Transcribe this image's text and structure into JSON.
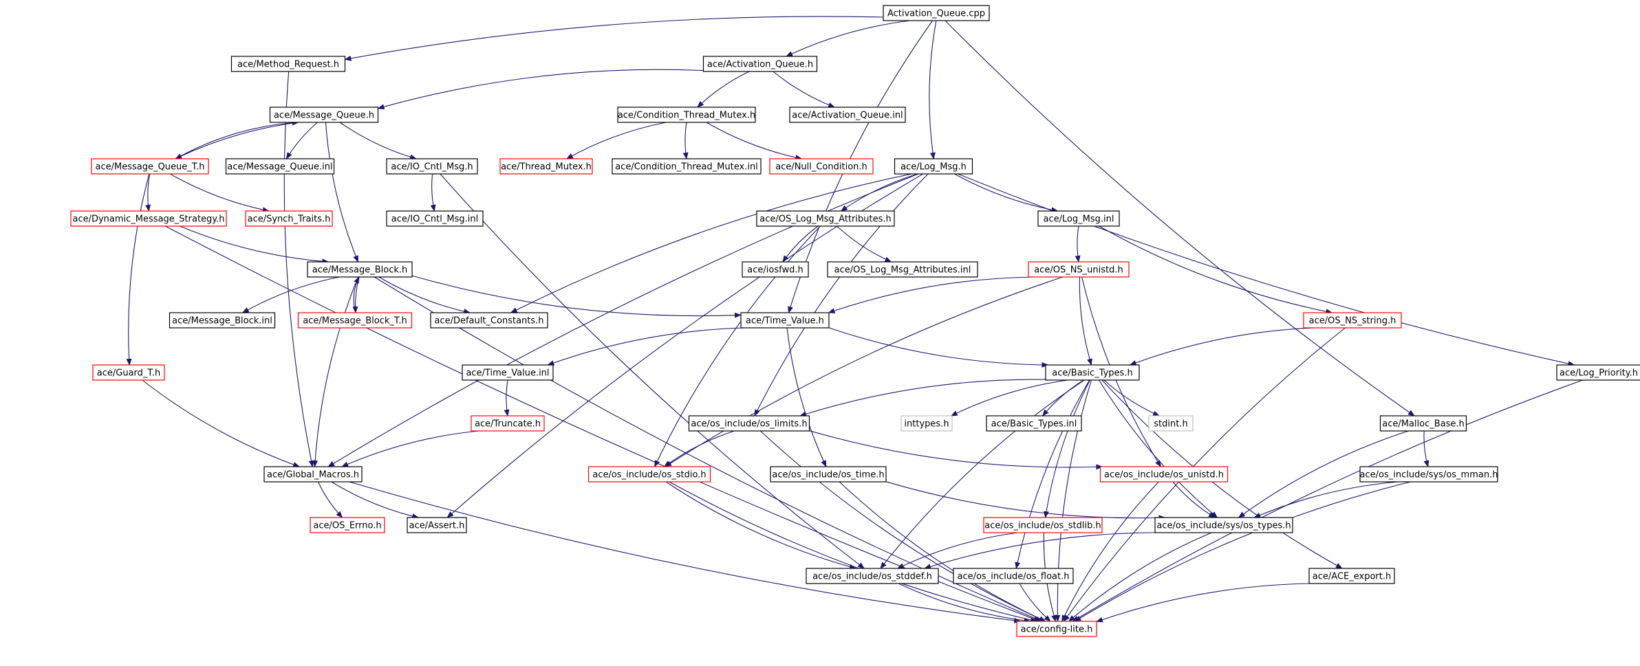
{
  "colors": {
    "edge": "#191970",
    "border_normal": "#000000",
    "border_missing": "#ff0000",
    "border_system": "#bfbfbf",
    "fill_root": "#bfbfbf",
    "fill_normal": "#ffffff"
  },
  "nodes": [
    {
      "id": "root",
      "label": "Activation_Queue.cpp",
      "kind": "root"
    },
    {
      "id": "method_request",
      "label": "ace/Method_Request.h",
      "kind": "normal"
    },
    {
      "id": "activation_queue_h",
      "label": "ace/Activation_Queue.h",
      "kind": "normal"
    },
    {
      "id": "message_queue_h",
      "label": "ace/Message_Queue.h",
      "kind": "normal"
    },
    {
      "id": "condition_thread_mutex_h",
      "label": "ace/Condition_Thread_Mutex.h",
      "kind": "normal"
    },
    {
      "id": "activation_queue_inl",
      "label": "ace/Activation_Queue.inl",
      "kind": "normal"
    },
    {
      "id": "message_queue_t_h",
      "label": "ace/Message_Queue_T.h",
      "kind": "missing"
    },
    {
      "id": "message_queue_inl",
      "label": "ace/Message_Queue.inl",
      "kind": "normal"
    },
    {
      "id": "io_cntl_msg_h",
      "label": "ace/IO_Cntl_Msg.h",
      "kind": "normal"
    },
    {
      "id": "thread_mutex_h",
      "label": "ace/Thread_Mutex.h",
      "kind": "missing"
    },
    {
      "id": "condition_thread_mutex_inl",
      "label": "ace/Condition_Thread_Mutex.inl",
      "kind": "normal"
    },
    {
      "id": "null_condition_h",
      "label": "ace/Null_Condition.h",
      "kind": "missing"
    },
    {
      "id": "log_msg_h",
      "label": "ace/Log_Msg.h",
      "kind": "normal"
    },
    {
      "id": "dynamic_message_strategy_h",
      "label": "ace/Dynamic_Message_Strategy.h",
      "kind": "missing"
    },
    {
      "id": "synch_traits_h",
      "label": "ace/Synch_Traits.h",
      "kind": "missing"
    },
    {
      "id": "io_cntl_msg_inl",
      "label": "ace/IO_Cntl_Msg.inl",
      "kind": "normal"
    },
    {
      "id": "os_log_msg_attributes_h",
      "label": "ace/OS_Log_Msg_Attributes.h",
      "kind": "normal"
    },
    {
      "id": "log_msg_inl",
      "label": "ace/Log_Msg.inl",
      "kind": "normal"
    },
    {
      "id": "message_block_h",
      "label": "ace/Message_Block.h",
      "kind": "normal"
    },
    {
      "id": "iosfwd_h",
      "label": "ace/iosfwd.h",
      "kind": "normal"
    },
    {
      "id": "os_log_msg_attributes_inl",
      "label": "ace/OS_Log_Msg_Attributes.inl",
      "kind": "normal"
    },
    {
      "id": "os_ns_unistd_h",
      "label": "ace/OS_NS_unistd.h",
      "kind": "missing"
    },
    {
      "id": "message_block_inl",
      "label": "ace/Message_Block.inl",
      "kind": "normal"
    },
    {
      "id": "message_block_t_h",
      "label": "ace/Message_Block_T.h",
      "kind": "missing"
    },
    {
      "id": "default_constants_h",
      "label": "ace/Default_Constants.h",
      "kind": "normal"
    },
    {
      "id": "time_value_h",
      "label": "ace/Time_Value.h",
      "kind": "normal"
    },
    {
      "id": "os_ns_string_h",
      "label": "ace/OS_NS_string.h",
      "kind": "missing"
    },
    {
      "id": "guard_t_h",
      "label": "ace/Guard_T.h",
      "kind": "missing"
    },
    {
      "id": "time_value_inl",
      "label": "ace/Time_Value.inl",
      "kind": "normal"
    },
    {
      "id": "basic_types_h",
      "label": "ace/Basic_Types.h",
      "kind": "normal"
    },
    {
      "id": "log_priority_h",
      "label": "ace/Log_Priority.h",
      "kind": "normal"
    },
    {
      "id": "truncate_h",
      "label": "ace/Truncate.h",
      "kind": "missing"
    },
    {
      "id": "os_limits_h",
      "label": "ace/os_include/os_limits.h",
      "kind": "normal"
    },
    {
      "id": "inttypes_h",
      "label": "inttypes.h",
      "kind": "system"
    },
    {
      "id": "basic_types_inl",
      "label": "ace/Basic_Types.inl",
      "kind": "normal"
    },
    {
      "id": "stdint_h",
      "label": "stdint.h",
      "kind": "system"
    },
    {
      "id": "malloc_base_h",
      "label": "ace/Malloc_Base.h",
      "kind": "normal"
    },
    {
      "id": "global_macros_h",
      "label": "ace/Global_Macros.h",
      "kind": "normal"
    },
    {
      "id": "os_stdio_h",
      "label": "ace/os_include/os_stdio.h",
      "kind": "missing"
    },
    {
      "id": "os_time_h",
      "label": "ace/os_include/os_time.h",
      "kind": "normal"
    },
    {
      "id": "os_unistd_h",
      "label": "ace/os_include/os_unistd.h",
      "kind": "missing"
    },
    {
      "id": "os_mman_h",
      "label": "ace/os_include/sys/os_mman.h",
      "kind": "normal"
    },
    {
      "id": "os_errno_h",
      "label": "ace/OS_Errno.h",
      "kind": "missing"
    },
    {
      "id": "assert_h",
      "label": "ace/Assert.h",
      "kind": "normal"
    },
    {
      "id": "os_stdlib_h",
      "label": "ace/os_include/os_stdlib.h",
      "kind": "missing"
    },
    {
      "id": "os_types_h",
      "label": "ace/os_include/sys/os_types.h",
      "kind": "normal"
    },
    {
      "id": "os_stddef_h",
      "label": "ace/os_include/os_stddef.h",
      "kind": "normal"
    },
    {
      "id": "os_float_h",
      "label": "ace/os_include/os_float.h",
      "kind": "normal"
    },
    {
      "id": "ace_export_h",
      "label": "ace/ACE_export.h",
      "kind": "normal"
    },
    {
      "id": "config_lite_h",
      "label": "ace/config-lite.h",
      "kind": "missing"
    }
  ],
  "edges": [
    [
      "root",
      "method_request"
    ],
    [
      "root",
      "activation_queue_h"
    ],
    [
      "root",
      "log_msg_h"
    ],
    [
      "root",
      "time_value_h"
    ],
    [
      "root",
      "malloc_base_h"
    ],
    [
      "method_request",
      "global_macros_h"
    ],
    [
      "activation_queue_h",
      "message_queue_h"
    ],
    [
      "activation_queue_h",
      "condition_thread_mutex_h"
    ],
    [
      "activation_queue_h",
      "activation_queue_inl"
    ],
    [
      "message_queue_h",
      "message_queue_t_h"
    ],
    [
      "message_queue_t_h",
      "message_queue_h"
    ],
    [
      "message_queue_h",
      "message_queue_inl"
    ],
    [
      "message_queue_h",
      "io_cntl_msg_h"
    ],
    [
      "message_queue_h",
      "message_block_h"
    ],
    [
      "condition_thread_mutex_h",
      "thread_mutex_h"
    ],
    [
      "condition_thread_mutex_h",
      "condition_thread_mutex_inl"
    ],
    [
      "condition_thread_mutex_h",
      "null_condition_h"
    ],
    [
      "message_queue_t_h",
      "dynamic_message_strategy_h"
    ],
    [
      "message_queue_t_h",
      "synch_traits_h"
    ],
    [
      "message_queue_t_h",
      "guard_t_h"
    ],
    [
      "io_cntl_msg_h",
      "io_cntl_msg_inl"
    ],
    [
      "io_cntl_msg_h",
      "os_stddef_h"
    ],
    [
      "log_msg_h",
      "os_log_msg_attributes_h"
    ],
    [
      "log_msg_h",
      "log_msg_inl"
    ],
    [
      "log_msg_h",
      "default_constants_h"
    ],
    [
      "log_msg_h",
      "global_macros_h"
    ],
    [
      "log_msg_h",
      "assert_h"
    ],
    [
      "log_msg_h",
      "os_limits_h"
    ],
    [
      "log_msg_h",
      "log_priority_h"
    ],
    [
      "dynamic_message_strategy_h",
      "message_block_h"
    ],
    [
      "dynamic_message_strategy_h",
      "config_lite_h"
    ],
    [
      "os_log_msg_attributes_h",
      "iosfwd_h"
    ],
    [
      "os_log_msg_attributes_h",
      "os_log_msg_attributes_inl"
    ],
    [
      "os_log_msg_attributes_h",
      "os_stdio_h"
    ],
    [
      "log_msg_inl",
      "os_ns_unistd_h"
    ],
    [
      "log_msg_inl",
      "os_ns_string_h"
    ],
    [
      "message_block_h",
      "message_block_inl"
    ],
    [
      "message_block_h",
      "message_block_t_h"
    ],
    [
      "message_block_t_h",
      "message_block_h"
    ],
    [
      "message_block_h",
      "default_constants_h"
    ],
    [
      "message_block_h",
      "time_value_h"
    ],
    [
      "message_block_h",
      "global_macros_h"
    ],
    [
      "message_block_h",
      "config_lite_h"
    ],
    [
      "os_ns_unistd_h",
      "time_value_h"
    ],
    [
      "os_ns_unistd_h",
      "basic_types_h"
    ],
    [
      "os_ns_unistd_h",
      "os_stdio_h"
    ],
    [
      "os_ns_unistd_h",
      "os_unistd_h"
    ],
    [
      "time_value_h",
      "time_value_inl"
    ],
    [
      "time_value_h",
      "basic_types_h"
    ],
    [
      "time_value_h",
      "os_time_h"
    ],
    [
      "os_ns_string_h",
      "basic_types_h"
    ],
    [
      "os_ns_string_h",
      "config_lite_h"
    ],
    [
      "guard_t_h",
      "global_macros_h"
    ],
    [
      "time_value_inl",
      "truncate_h"
    ],
    [
      "truncate_h",
      "global_macros_h"
    ],
    [
      "basic_types_h",
      "os_limits_h"
    ],
    [
      "basic_types_h",
      "inttypes_h"
    ],
    [
      "basic_types_h",
      "basic_types_inl"
    ],
    [
      "basic_types_h",
      "stdint_h"
    ],
    [
      "basic_types_h",
      "os_stdlib_h"
    ],
    [
      "basic_types_h",
      "os_types_h"
    ],
    [
      "basic_types_h",
      "os_stddef_h"
    ],
    [
      "basic_types_h",
      "os_float_h"
    ],
    [
      "basic_types_h",
      "ace_export_h"
    ],
    [
      "basic_types_h",
      "config_lite_h"
    ],
    [
      "log_priority_h",
      "config_lite_h"
    ],
    [
      "os_limits_h",
      "os_stdio_h"
    ],
    [
      "os_limits_h",
      "os_unistd_h"
    ],
    [
      "os_limits_h",
      "config_lite_h"
    ],
    [
      "malloc_base_h",
      "os_types_h"
    ],
    [
      "malloc_base_h",
      "os_mman_h"
    ],
    [
      "global_macros_h",
      "os_errno_h"
    ],
    [
      "global_macros_h",
      "assert_h"
    ],
    [
      "global_macros_h",
      "config_lite_h"
    ],
    [
      "os_stdio_h",
      "os_stddef_h"
    ],
    [
      "os_stdio_h",
      "config_lite_h"
    ],
    [
      "os_time_h",
      "os_types_h"
    ],
    [
      "os_time_h",
      "config_lite_h"
    ],
    [
      "os_unistd_h",
      "os_types_h"
    ],
    [
      "os_unistd_h",
      "config_lite_h"
    ],
    [
      "os_mman_h",
      "os_types_h"
    ],
    [
      "os_mman_h",
      "config_lite_h"
    ],
    [
      "os_stdlib_h",
      "os_stddef_h"
    ],
    [
      "os_stdlib_h",
      "config_lite_h"
    ],
    [
      "os_types_h",
      "os_stddef_h"
    ],
    [
      "os_types_h",
      "config_lite_h"
    ],
    [
      "os_stddef_h",
      "config_lite_h"
    ],
    [
      "os_float_h",
      "config_lite_h"
    ],
    [
      "ace_export_h",
      "config_lite_h"
    ]
  ]
}
